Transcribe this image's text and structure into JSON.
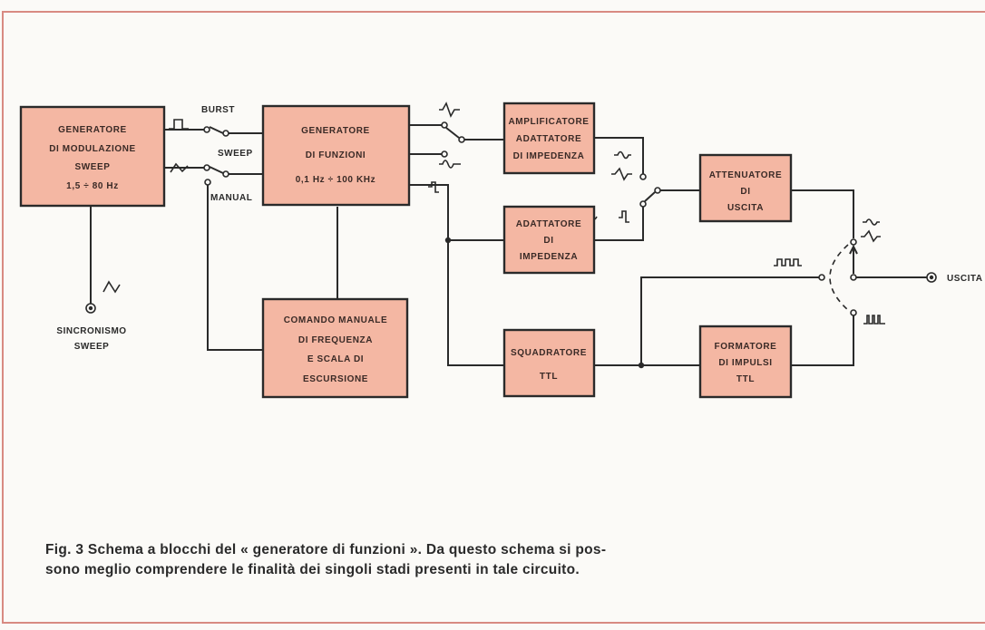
{
  "blocks": {
    "modulation_generator": [
      "GENERATORE",
      "DI MODULAZIONE",
      "SWEEP",
      "1,5 ÷ 80 Hz"
    ],
    "function_generator": [
      "GENERATORE",
      "DI   FUNZIONI",
      "0,1 Hz ÷ 100 KHz"
    ],
    "amplifier": [
      "AMPLIFICATORE",
      "ADATTATORE",
      "DI  IMPEDENZA"
    ],
    "impedance_adapter": [
      "ADATTATORE",
      "DI",
      "IMPEDENZA"
    ],
    "attenuator": [
      "ATTENUATORE",
      "DI",
      "USCITA"
    ],
    "manual_control": [
      "COMANDO MANUALE",
      "DI   FREQUENZA",
      "E  SCALA  DI",
      "ESCURSIONE"
    ],
    "squarer": [
      "SQUADRATORE",
      "TTL"
    ],
    "pulse_former": [
      "FORMATORE",
      "DI  IMPULSI",
      "TTL"
    ]
  },
  "labels": {
    "burst": "BURST",
    "sweep": "SWEEP",
    "manual": "MANUAL",
    "sync_line1": "SINCRONISMO",
    "sync_line2": "SWEEP",
    "output": "USCITA"
  },
  "caption": {
    "line1": "Fig. 3  Schema a blocchi del « generatore di funzioni ». Da questo schema si pos-",
    "line2": "sono meglio comprendere le finalità dei singoli stadi presenti in tale circuito."
  }
}
